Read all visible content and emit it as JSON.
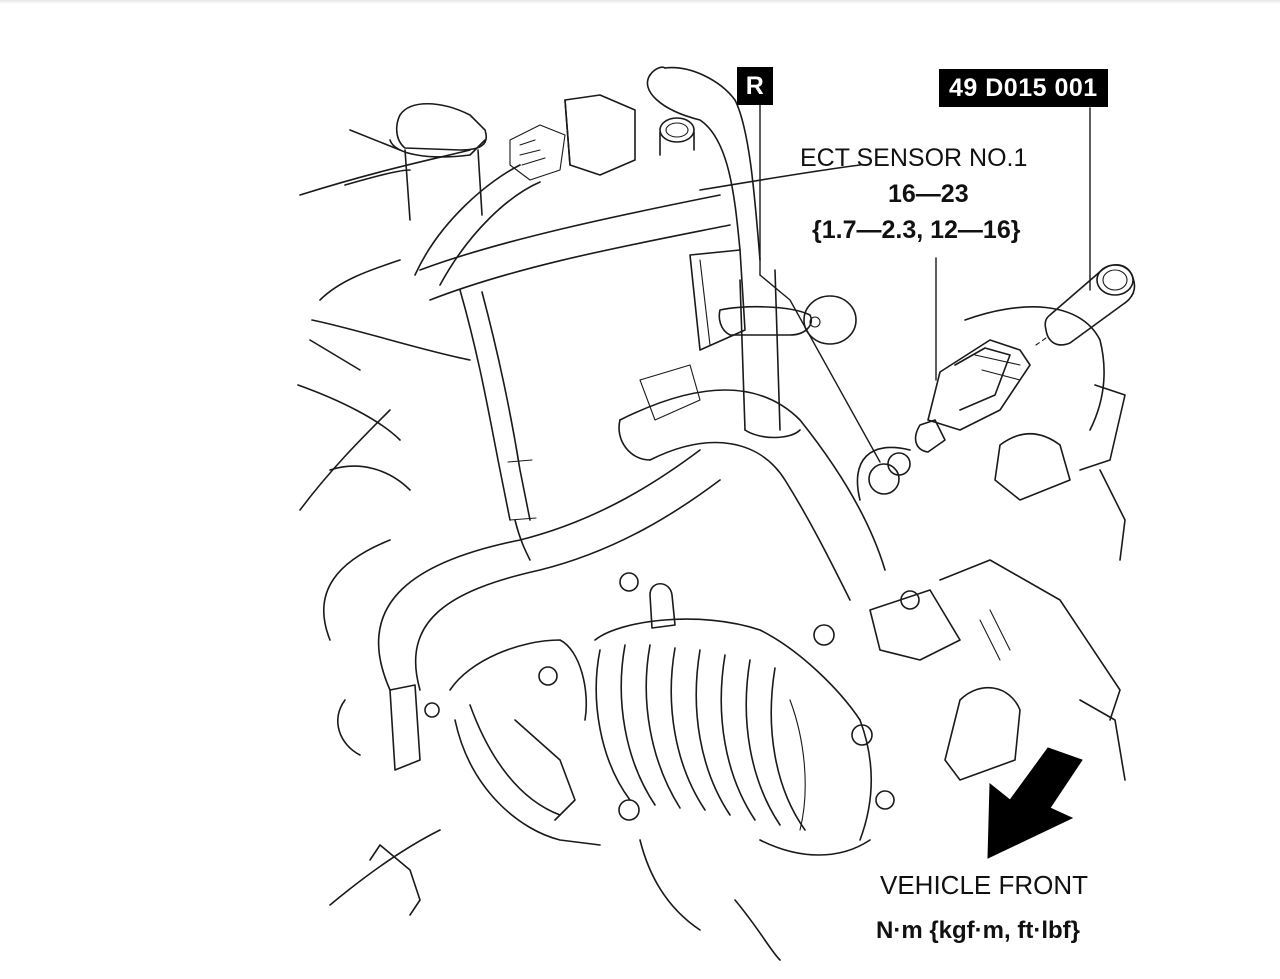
{
  "figure": {
    "type": "service manual illustration",
    "subject": "Engine compartment - ECT sensor No.1 installation",
    "colors": {
      "line": "#1a1a1a",
      "tag_background": "#000000",
      "tag_text": "#ffffff",
      "background": "#ffffff"
    }
  },
  "callouts": {
    "tag_r": "R",
    "tag_sst": "49 D015 001",
    "ect_sensor": {
      "name": "ECT SENSOR NO.1",
      "torque_nm": "16—23",
      "torque_alt": "{1.7—2.3, 12—16}"
    }
  },
  "direction": {
    "arrow_icon": "vehicle-front-arrow",
    "label": "VEHICLE FRONT"
  },
  "units_legend": "N·m {kgf·m, ft·lbf}"
}
